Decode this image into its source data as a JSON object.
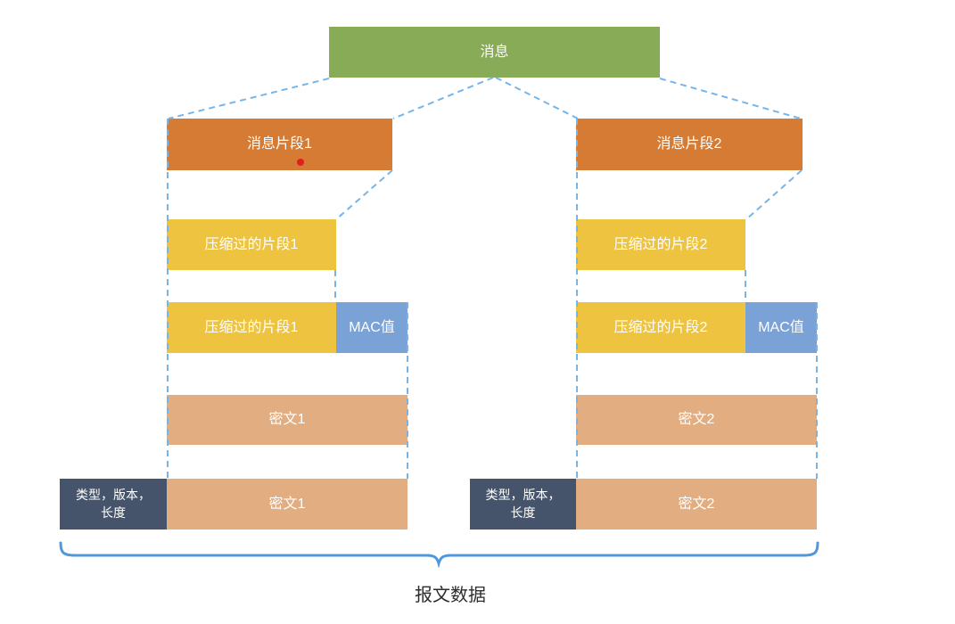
{
  "diagram": {
    "message": {
      "label": "消息"
    },
    "columns": [
      {
        "fragment_label": "消息片段1",
        "compressed_label": "压缩过的片段1",
        "compressed_mac_label": "压缩过的片段1",
        "mac_label": "MAC值",
        "cipher_label": "密文1",
        "record_cipher_label": "密文1",
        "header_line1": "类型，版本，",
        "header_line2": "长度"
      },
      {
        "fragment_label": "消息片段2",
        "compressed_label": "压缩过的片段2",
        "compressed_mac_label": "压缩过的片段2",
        "mac_label": "MAC值",
        "cipher_label": "密文2",
        "record_cipher_label": "密文2",
        "header_line1": "类型，版本，",
        "header_line2": "长度"
      }
    ],
    "brace_label": "报文数据",
    "colors": {
      "message_green": "#87AB57",
      "fragment_orange": "#D57B34",
      "compressed_yellow": "#EEC340",
      "mac_blue": "#7AA2D6",
      "cipher_tan": "#E2AD80",
      "header_dark": "#45546B",
      "dashed_connector_blue": "#77B5E8",
      "brace_blue": "#4F98DB",
      "annotation_red": "#E02020"
    }
  }
}
